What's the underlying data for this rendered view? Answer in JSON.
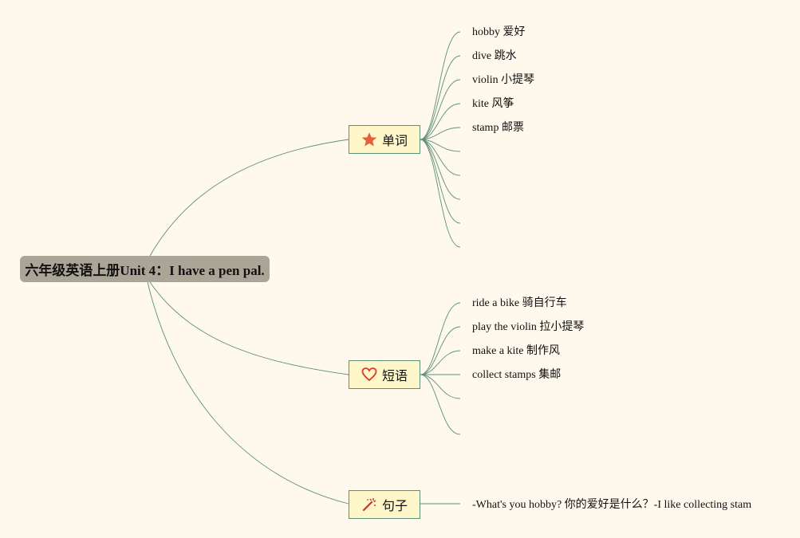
{
  "root": {
    "title": "六年级英语上册Unit 4：I have a pen pal."
  },
  "branches": {
    "words": {
      "label": "单词",
      "icon": "star-icon",
      "icon_color": "#e5603a",
      "items": [
        "hobby 爱好",
        "dive 跳水",
        "violin 小提琴",
        "kite 风筝",
        "stamp 邮票"
      ]
    },
    "phrases": {
      "label": "短语",
      "icon": "heart-icon",
      "icon_color": "#d93a2b",
      "items": [
        "ride a bike 骑自行车",
        "play the violin 拉小提琴",
        "make a kite 制作风",
        "collect stamps 集邮"
      ]
    },
    "sentences": {
      "label": "句子",
      "icon": "magic-wand-icon",
      "icon_color": "#c0392b",
      "items": [
        "-What's you hobby? 你的爱好是什么？-I like collecting stam"
      ]
    }
  },
  "colors": {
    "background": "#fef9ec",
    "root_fill": "#aaa596",
    "topic_fill": "#fff7c9",
    "connector": "#5e8f7a"
  }
}
